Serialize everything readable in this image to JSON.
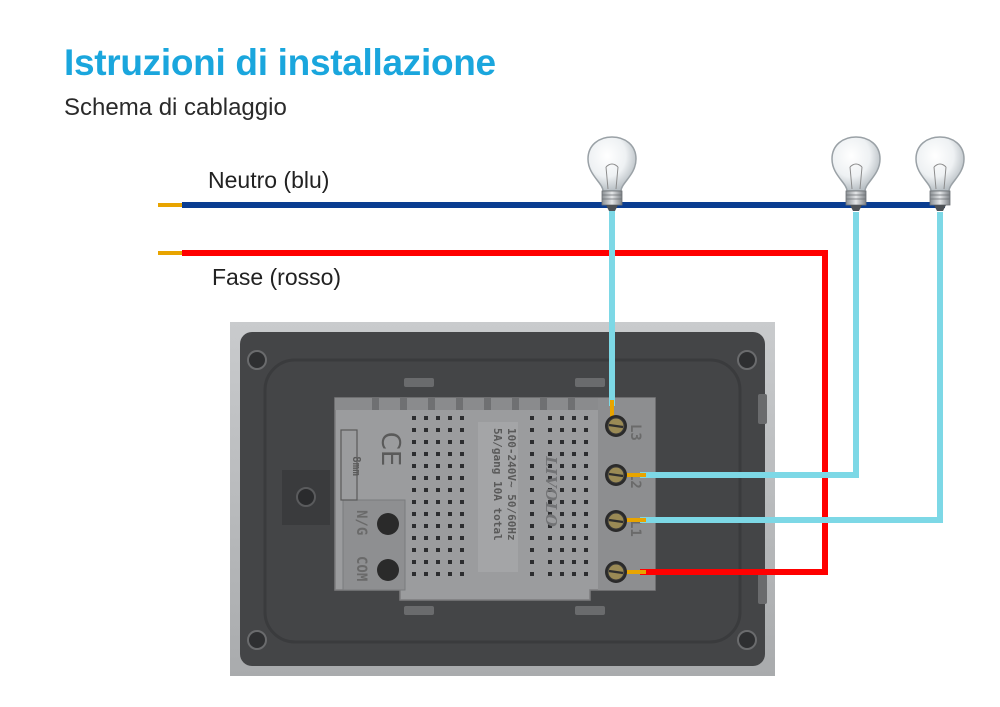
{
  "header": {
    "title": "Istruzioni di installazione",
    "subtitle": "Schema di cablaggio"
  },
  "wires": {
    "neutral_label": "Neutro (blu)",
    "phase_label": "Fase (rosso)",
    "neutral_color": "#0a3d91",
    "phase_color": "#ff0000",
    "load_color": "#7dd8e6",
    "terminal_color": "#e8a400"
  },
  "module": {
    "brand": "LIVOLO",
    "rating_line1": "100-240V~  50/60Hz",
    "rating_line2": "5A/gang  10A total",
    "ce_mark": "CE",
    "strip_gauge": "8mm",
    "terminals_right": [
      "L3",
      "L2",
      "L1"
    ],
    "terminals_left": [
      "N/G",
      "COM"
    ]
  },
  "icons": [
    "light-bulb-icon",
    "screw-terminal-icon",
    "ce-mark-icon"
  ]
}
